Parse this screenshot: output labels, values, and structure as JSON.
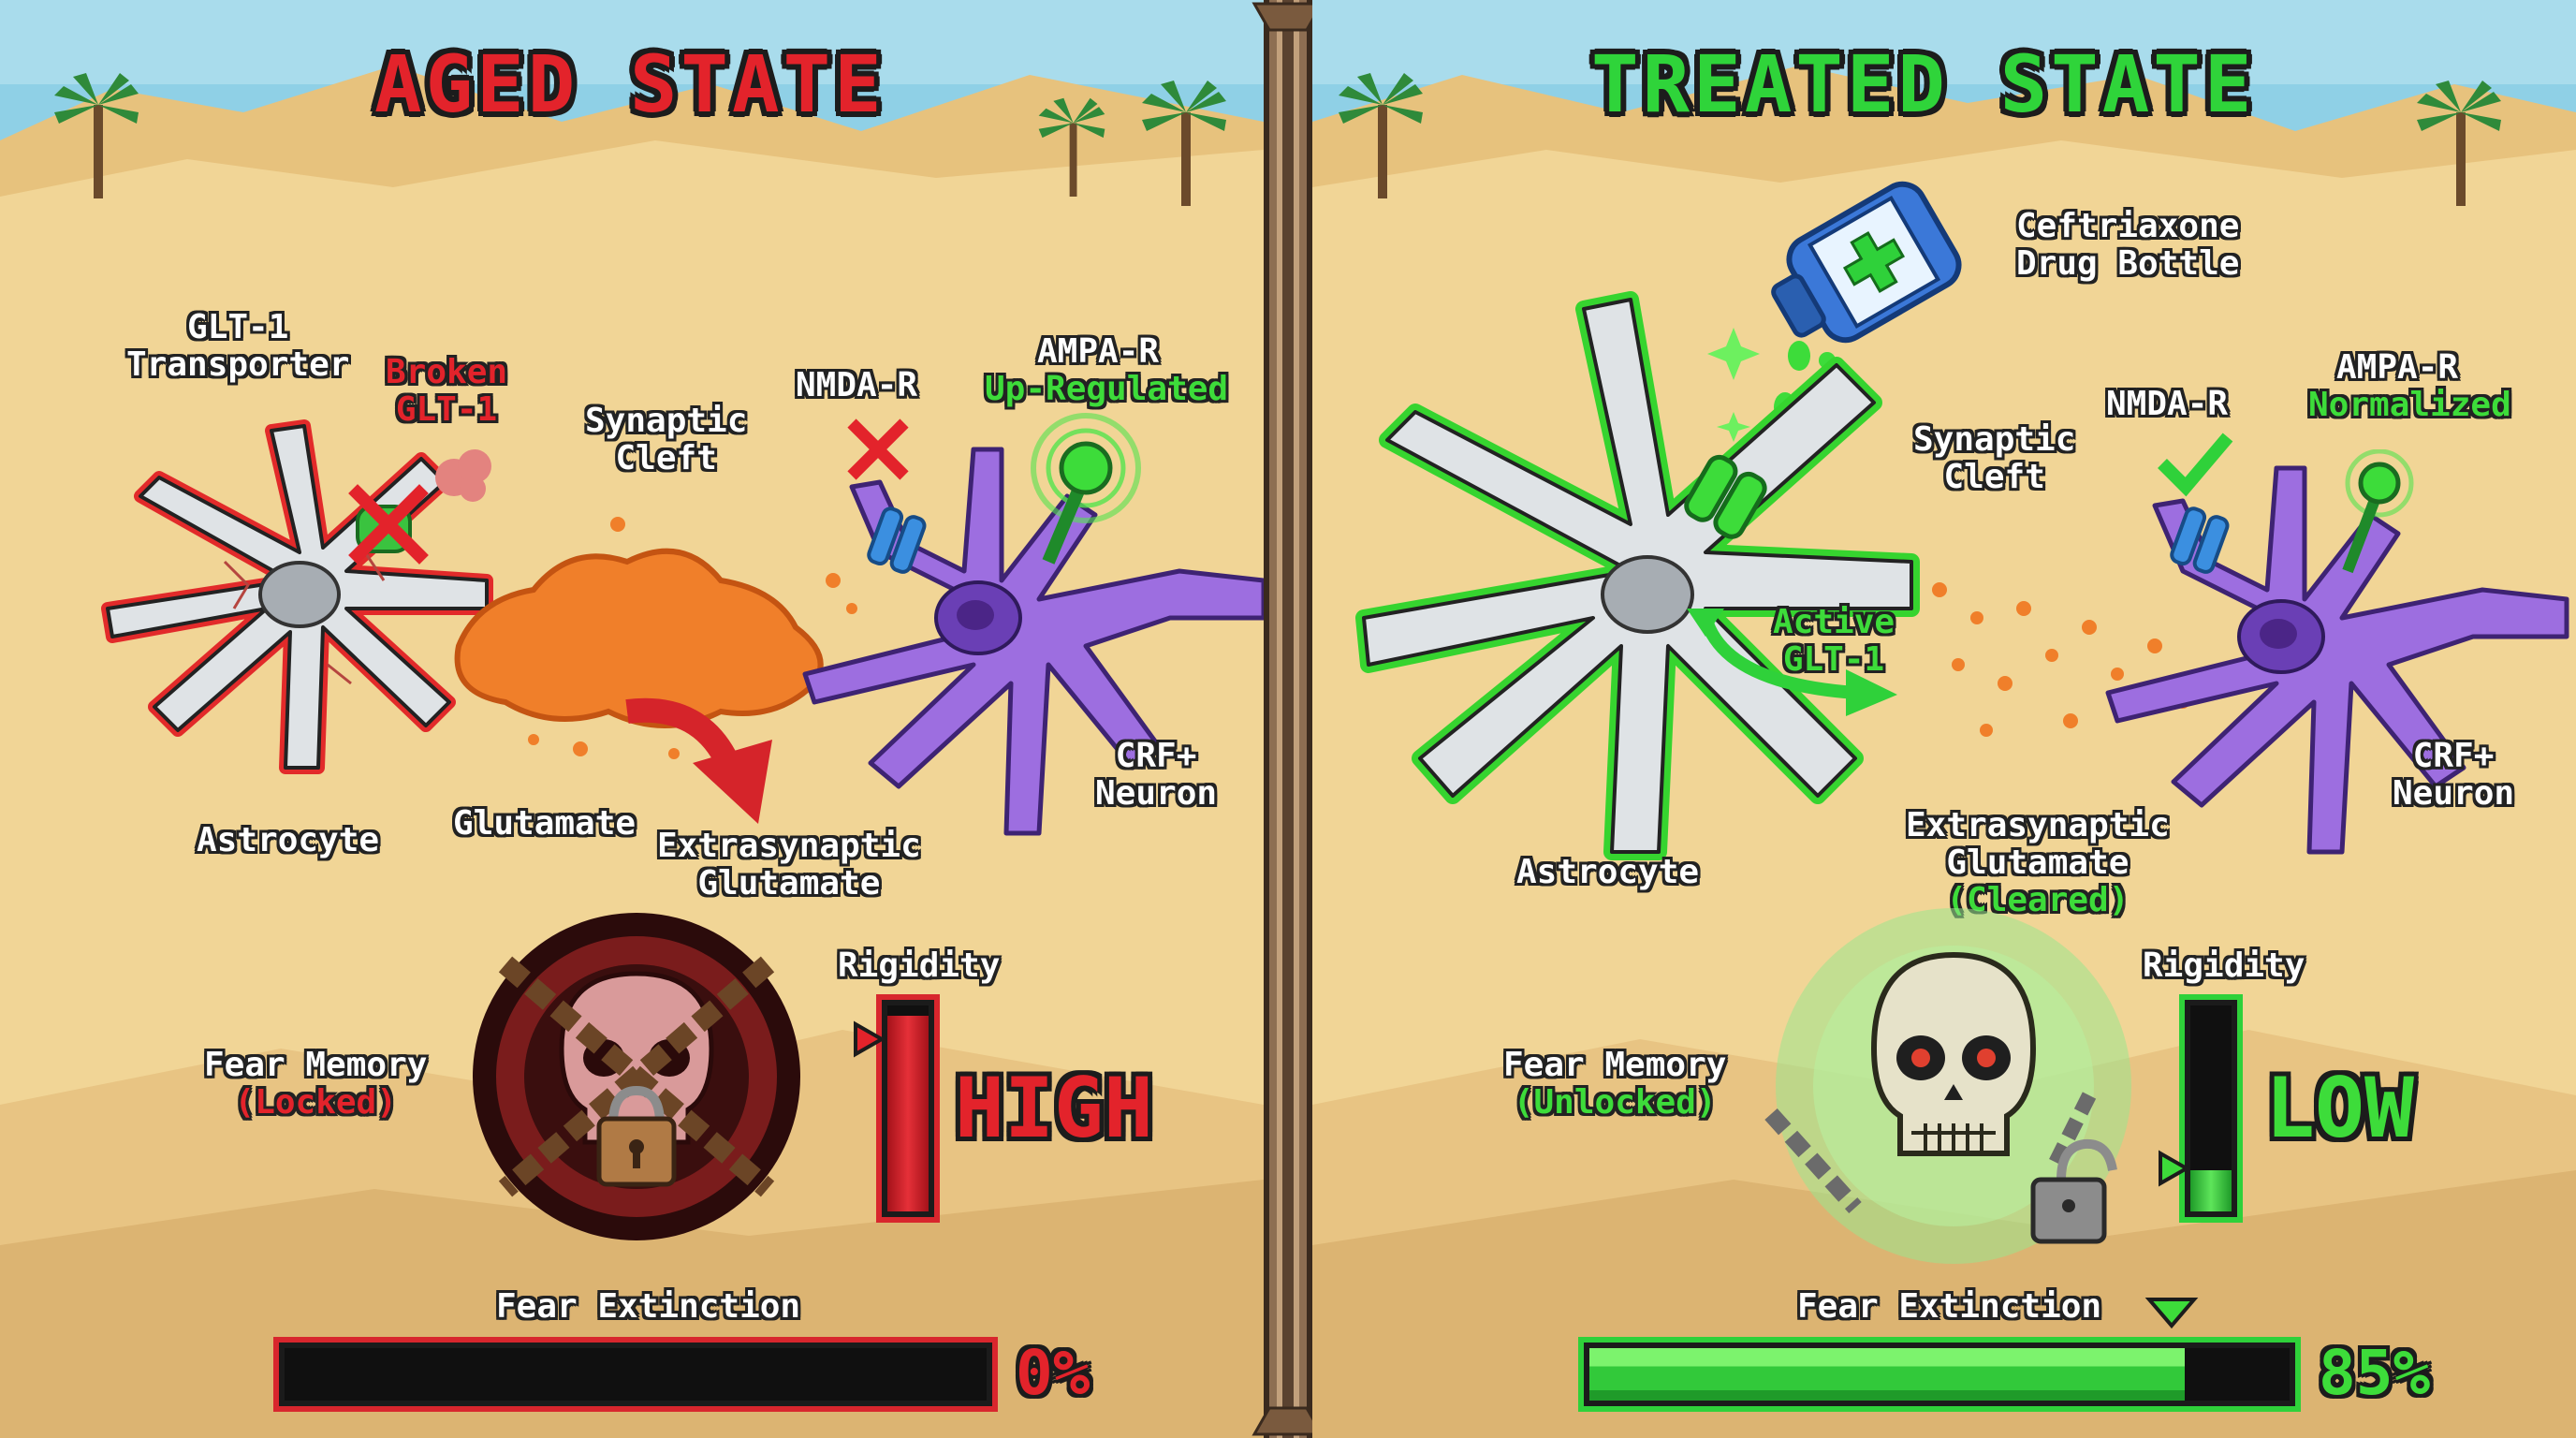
{
  "panels": {
    "aged": {
      "title": "AGED STATE",
      "labels": {
        "glt1_transporter": [
          "GLT-1",
          "Transporter"
        ],
        "broken_glt1": [
          "Broken",
          "GLT-1"
        ],
        "synaptic_cleft": [
          "Synaptic",
          "Cleft"
        ],
        "nmda_r": "NMDA-R",
        "ampa_r": "AMPA-R",
        "ampa_status": "Up-Regulated",
        "astrocyte": "Astrocyte",
        "glutamate": "Glutamate",
        "extrasynaptic": [
          "Extrasynaptic",
          "Glutamate"
        ],
        "crf_neuron": [
          "CRF+",
          "Neuron"
        ],
        "fear_memory": "Fear Memory",
        "fear_memory_status": "(Locked)",
        "rigidity": "Rigidity",
        "rigidity_level": "HIGH",
        "fear_extinction": "Fear Extinction",
        "extinction_pct": "0%"
      },
      "rigidity_fraction": 0.95,
      "extinction_fraction": 0.0,
      "accent": "#e3232b"
    },
    "treated": {
      "title": "TREATED STATE",
      "labels": {
        "drug": [
          "Ceftriaxone",
          "Drug Bottle"
        ],
        "synaptic_cleft": [
          "Synaptic",
          "Cleft"
        ],
        "nmda_r": "NMDA-R",
        "ampa_r": "AMPA-R",
        "ampa_status": "Normalized",
        "active_glt1": [
          "Active",
          "GLT-1"
        ],
        "astrocyte": "Astrocyte",
        "extrasynaptic": [
          "Extrasynaptic",
          "Glutamate"
        ],
        "cleared": "(Cleared)",
        "crf_neuron": [
          "CRF+",
          "Neuron"
        ],
        "fear_memory": "Fear Memory",
        "fear_memory_status": "(Unlocked)",
        "rigidity": "Rigidity",
        "rigidity_level": "LOW",
        "fear_extinction": "Fear Extinction",
        "extinction_pct": "85%"
      },
      "rigidity_fraction": 0.2,
      "extinction_fraction": 0.85,
      "accent": "#3ddc3a"
    }
  },
  "icons": [
    "palm-tree-icon",
    "cross-icon",
    "check-icon",
    "skull-icon",
    "padlock-icon",
    "chain-icon",
    "drug-bottle-icon",
    "arrow-icon"
  ]
}
